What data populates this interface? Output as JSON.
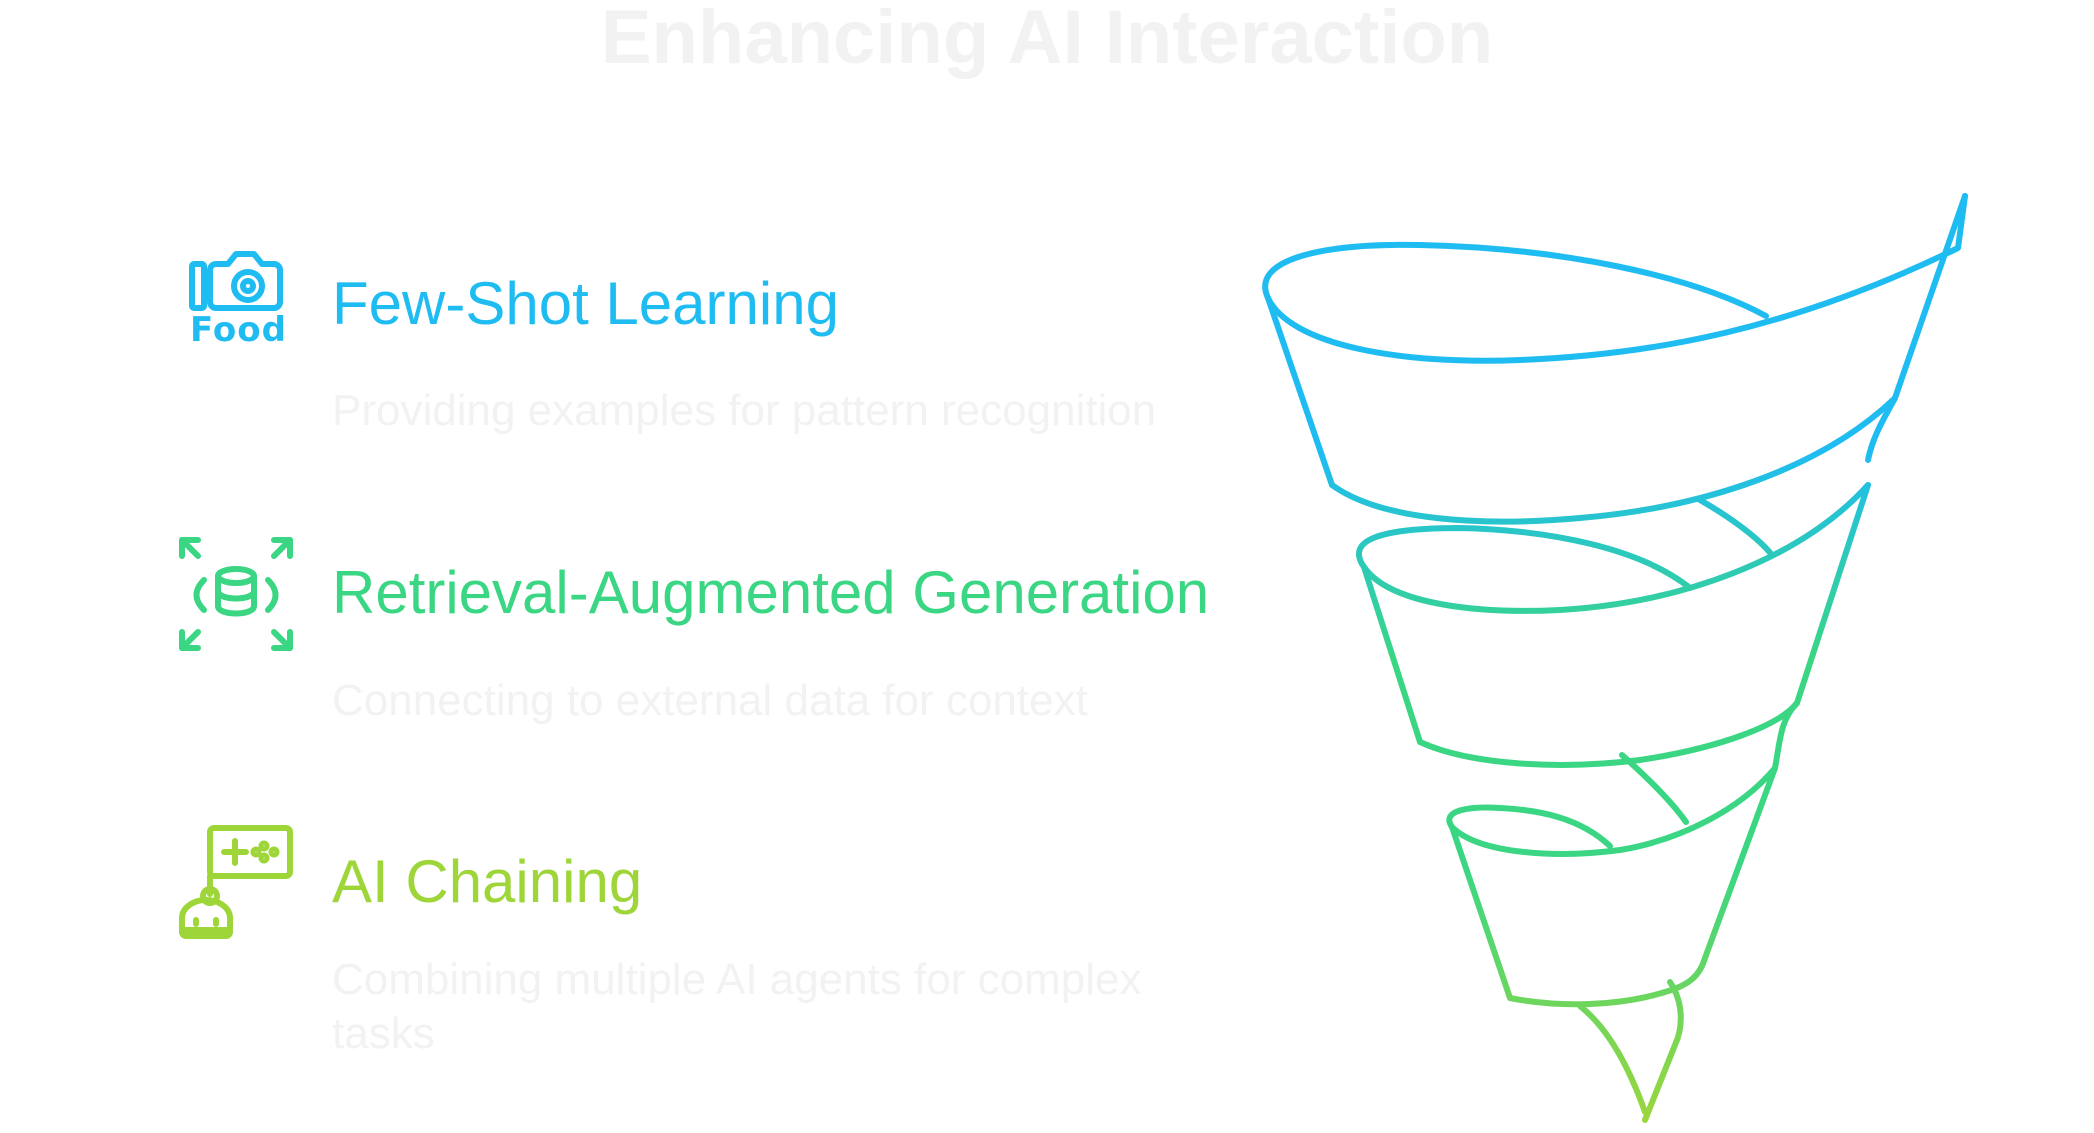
{
  "title": "Enhancing AI Interaction",
  "items": [
    {
      "heading": "Few-Shot Learning",
      "description": "Providing examples for pattern recognition",
      "icon": "camera-food-icon",
      "icon_text": "Food",
      "color": "#1fbcf2"
    },
    {
      "heading": "Retrieval-Augmented Generation",
      "description": "Connecting to external data for context",
      "icon": "database-expand-icon",
      "color": "#3ad683"
    },
    {
      "heading": "AI Chaining",
      "description": "Combining multiple AI agents for complex tasks",
      "icon": "robot-gamepad-icon",
      "color": "#9ed63a"
    }
  ]
}
